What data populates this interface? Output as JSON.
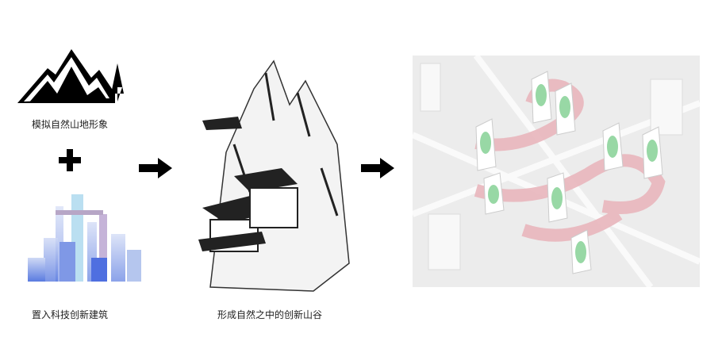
{
  "steps": {
    "mountain_label": "模拟自然山地形象",
    "building_label": "置入科技创新建筑",
    "result_label": "形成自然之中的创新山谷"
  },
  "colors": {
    "arrow": "#000000",
    "building_blue": "#5a7be0",
    "plan_pink": "#e9b6bd",
    "plan_green": "#7fcf8f"
  }
}
